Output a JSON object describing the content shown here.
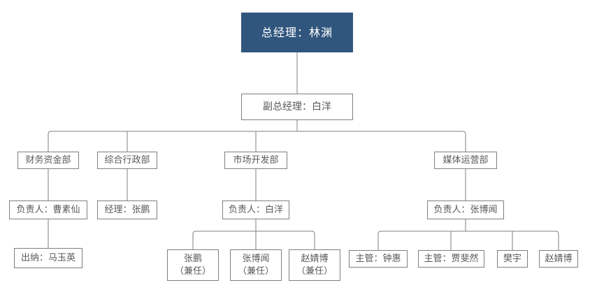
{
  "org": {
    "general_manager": "总经理：林渊",
    "deputy_general_manager": "副总经理：白洋",
    "departments": [
      {
        "name": "财务资金部",
        "leader": "负责人：曹素仙",
        "members": [
          {
            "line1": "出纳：马玉英",
            "line2": ""
          }
        ]
      },
      {
        "name": "综合行政部",
        "leader": "经理：张鹏",
        "members": []
      },
      {
        "name": "市场开发部",
        "leader": "负责人：白洋",
        "members": [
          {
            "line1": "张鹏",
            "line2": "（兼任）"
          },
          {
            "line1": "张博闻",
            "line2": "（兼任）"
          },
          {
            "line1": "赵婧博",
            "line2": "（兼任）"
          }
        ]
      },
      {
        "name": "媒体运营部",
        "leader": "负责人：张博闻",
        "members": [
          {
            "line1": "主管：钟惠",
            "line2": ""
          },
          {
            "line1": "主管：贾斐然",
            "line2": ""
          },
          {
            "line1": "樊宇",
            "line2": ""
          },
          {
            "line1": "赵婧博",
            "line2": ""
          }
        ]
      }
    ]
  },
  "colors": {
    "accent": "#31567d",
    "line": "#7f7f7f",
    "text": "#595959",
    "root_text": "#ffffff",
    "background": "#ffffff"
  }
}
